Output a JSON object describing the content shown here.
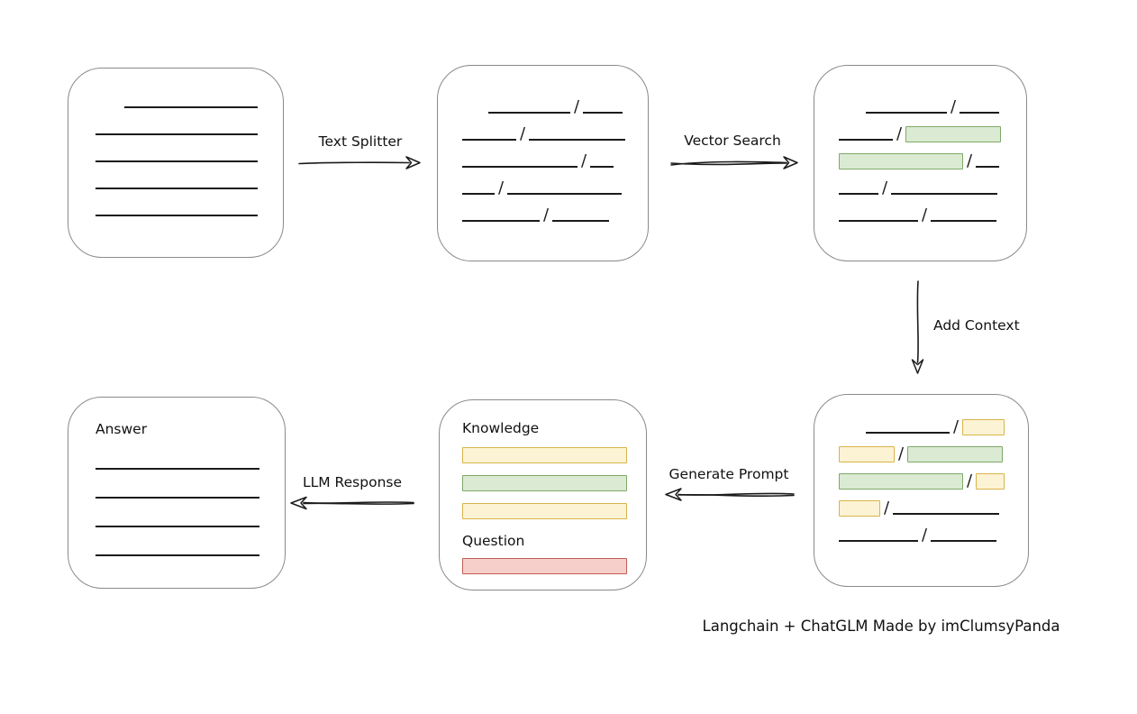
{
  "caption": "Langchain + ChatGLM Made by imClumsyPanda",
  "labels": {
    "text_splitter": "Text Splitter",
    "vector_search": "Vector Search",
    "add_context": "Add Context",
    "generate_prompt": "Generate Prompt",
    "llm_response": "LLM Response",
    "knowledge": "Knowledge",
    "question": "Question",
    "answer": "Answer"
  },
  "colors": {
    "green_fill": "#dbead2",
    "green_stroke": "#7fa968",
    "yellow_fill": "#fcf3d4",
    "yellow_stroke": "#d9b44a",
    "red_fill": "#f6cfca",
    "red_stroke": "#bf5e56",
    "box_border": "#8a8a8a",
    "line": "#1b1b1b"
  },
  "boxes": {
    "source_document": {
      "rows": [
        [
          {
            "t": "line",
            "w": 148,
            "ml": 32
          }
        ],
        [
          {
            "t": "line",
            "w": 180
          }
        ],
        [
          {
            "t": "line",
            "w": 180
          }
        ],
        [
          {
            "t": "line",
            "w": 180
          }
        ],
        [
          {
            "t": "line",
            "w": 180
          }
        ]
      ]
    },
    "split_text": {
      "rows": [
        [
          {
            "t": "line",
            "w": 91,
            "ml": 29
          },
          {
            "t": "slash"
          },
          {
            "t": "line",
            "w": 44
          }
        ],
        [
          {
            "t": "line",
            "w": 60
          },
          {
            "t": "slash"
          },
          {
            "t": "line",
            "w": 107
          }
        ],
        [
          {
            "t": "line",
            "w": 128
          },
          {
            "t": "slash"
          },
          {
            "t": "line",
            "w": 26
          }
        ],
        [
          {
            "t": "line",
            "w": 36
          },
          {
            "t": "slash"
          },
          {
            "t": "line",
            "w": 127
          }
        ],
        [
          {
            "t": "line",
            "w": 86
          },
          {
            "t": "slash"
          },
          {
            "t": "line",
            "w": 63
          }
        ]
      ]
    },
    "vector_search_result": {
      "rows": [
        [
          {
            "t": "line",
            "w": 90,
            "ml": 30
          },
          {
            "t": "slash"
          },
          {
            "t": "line",
            "w": 44
          }
        ],
        [
          {
            "t": "line",
            "w": 60
          },
          {
            "t": "slash"
          },
          {
            "t": "green",
            "w": 106
          }
        ],
        [
          {
            "t": "green",
            "w": 138
          },
          {
            "t": "slash"
          },
          {
            "t": "line",
            "w": 26
          }
        ],
        [
          {
            "t": "line",
            "w": 44
          },
          {
            "t": "slash"
          },
          {
            "t": "line",
            "w": 118
          }
        ],
        [
          {
            "t": "line",
            "w": 88
          },
          {
            "t": "slash"
          },
          {
            "t": "line",
            "w": 73
          }
        ]
      ]
    },
    "context_result": {
      "rows": [
        [
          {
            "t": "line",
            "w": 93,
            "ml": 30
          },
          {
            "t": "slash"
          },
          {
            "t": "yellow",
            "w": 47
          }
        ],
        [
          {
            "t": "yellow",
            "w": 62
          },
          {
            "t": "slash"
          },
          {
            "t": "green",
            "w": 106
          }
        ],
        [
          {
            "t": "green",
            "w": 138
          },
          {
            "t": "slash"
          },
          {
            "t": "yellow",
            "w": 32
          }
        ],
        [
          {
            "t": "yellow",
            "w": 46
          },
          {
            "t": "slash"
          },
          {
            "t": "line",
            "w": 118
          }
        ],
        [
          {
            "t": "line",
            "w": 88
          },
          {
            "t": "slash"
          },
          {
            "t": "line",
            "w": 73
          }
        ]
      ]
    },
    "prompt": {
      "knowledge_bars": [
        "yellow",
        "green",
        "yellow"
      ],
      "question_bars": [
        "red"
      ]
    },
    "answer": {
      "line_count": 4
    }
  }
}
